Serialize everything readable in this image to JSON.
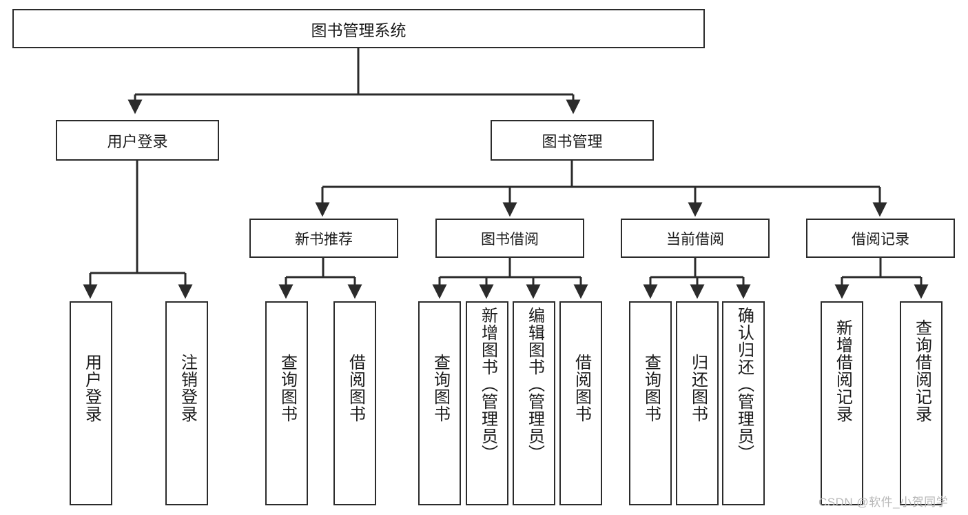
{
  "diagram": {
    "title": "图书管理系统",
    "type": "tree-hierarchy",
    "root": {
      "label": "图书管理系统"
    },
    "level1": [
      {
        "label": "用户登录"
      },
      {
        "label": "图书管理"
      }
    ],
    "level2": [
      {
        "label": "新书推荐"
      },
      {
        "label": "图书借阅"
      },
      {
        "label": "当前借阅"
      },
      {
        "label": "借阅记录"
      }
    ],
    "leaves": {
      "user_login": [
        {
          "label": "用户登录"
        },
        {
          "label": "注销登录"
        }
      ],
      "new_book_recommend": [
        {
          "label": "查询图书"
        },
        {
          "label": "借阅图书"
        }
      ],
      "book_borrow": [
        {
          "label": "查询图书"
        },
        {
          "label": "新增图书（管理员）"
        },
        {
          "label": "编辑图书（管理员）"
        },
        {
          "label": "借阅图书"
        }
      ],
      "current_borrow": [
        {
          "label": "查询图书"
        },
        {
          "label": "归还图书"
        },
        {
          "label": "确认归还（管理员）"
        }
      ],
      "borrow_record": [
        {
          "label": "新增借阅记录"
        },
        {
          "label": "查询借阅记录"
        }
      ]
    }
  },
  "watermark": {
    "text": "CSDN @软件_小贺同学"
  },
  "colors": {
    "stroke": "#2b2b2b",
    "text": "#1a1a1a",
    "background": "#ffffff",
    "watermark": "#b9b9b9"
  }
}
